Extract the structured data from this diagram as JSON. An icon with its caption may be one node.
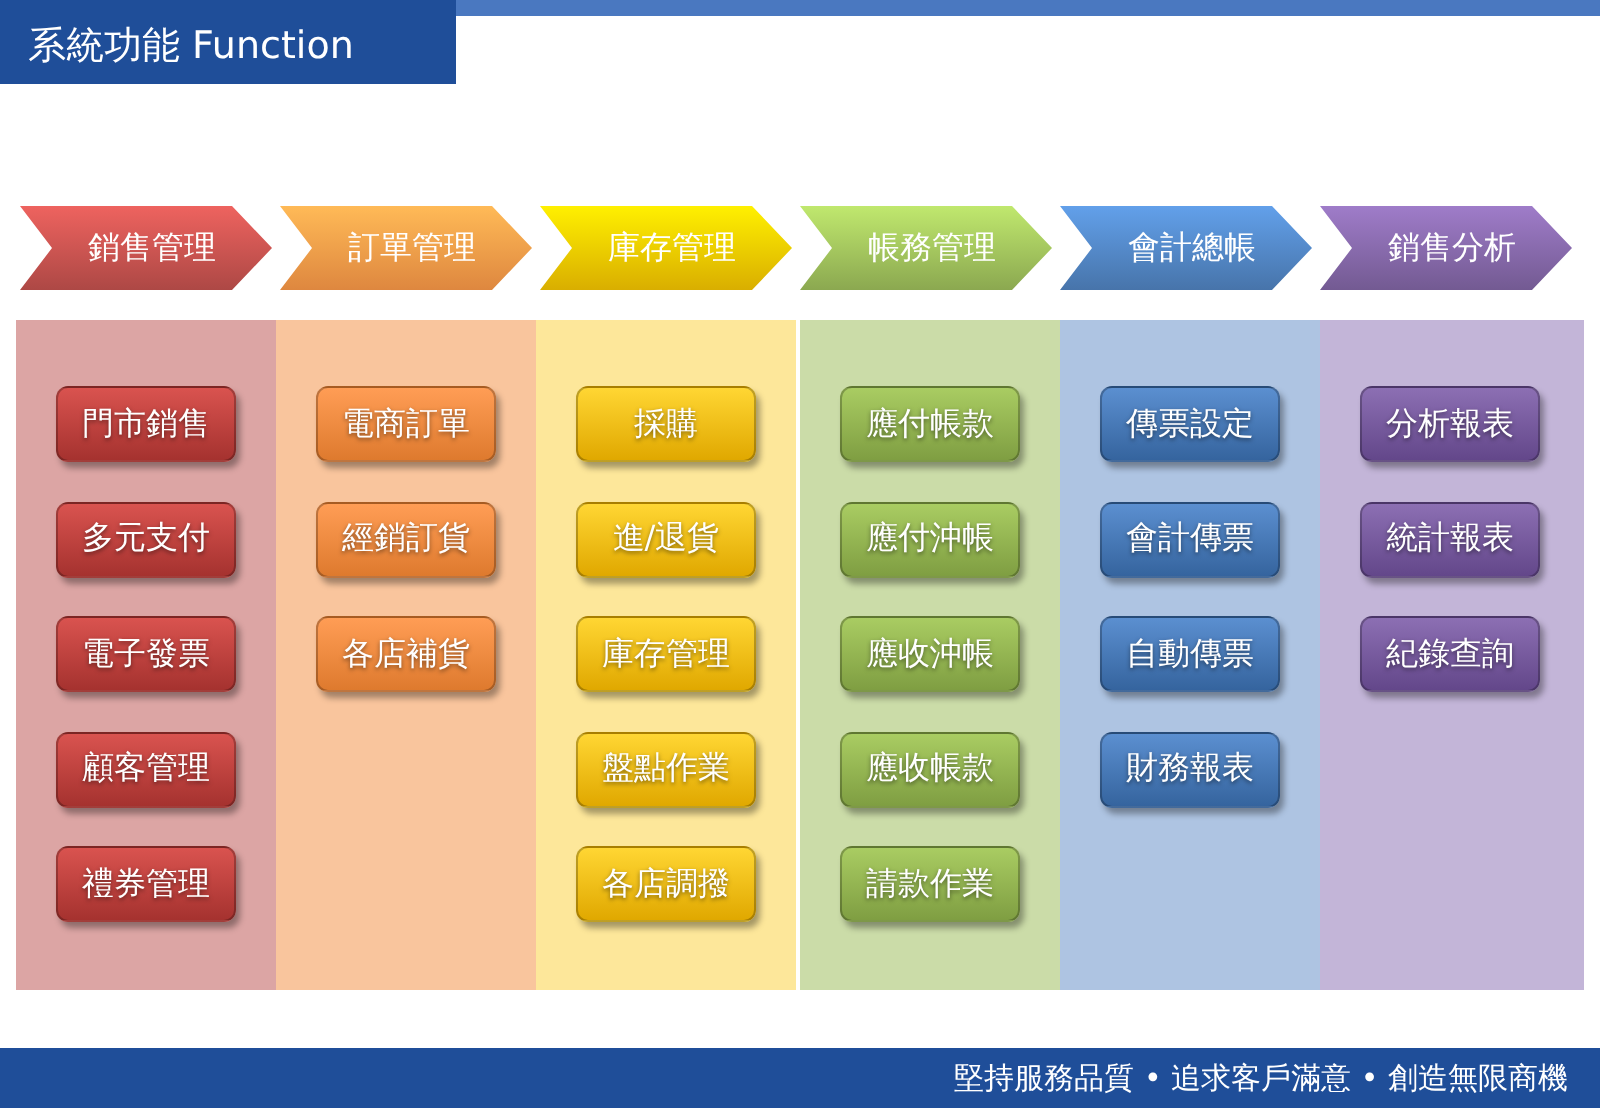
{
  "diagram": {
    "title": "系統功能 Function",
    "nodes": [
      {
        "text": [
          "銷售管理"
        ]
      },
      {
        "text": [
          "訂單管理"
        ]
      },
      {
        "text": [
          "庫存管理"
        ]
      },
      {
        "text": [
          "帳務管理"
        ]
      },
      {
        "text": [
          "會計總帳"
        ]
      },
      {
        "text": [
          "銷售分析"
        ]
      },
      {
        "text": [],
        "shape": "band"
      },
      {
        "text": [
          "門市銷售"
        ],
        "in": 6
      },
      {
        "text": [
          "多元支付"
        ],
        "in": 6
      },
      {
        "text": [
          "電子發票"
        ],
        "in": 6
      },
      {
        "text": [
          "顧客管理"
        ],
        "in": 6
      },
      {
        "text": [
          "禮券管理"
        ],
        "in": 6
      },
      {
        "text": [],
        "shape": "band"
      },
      {
        "text": [
          "電商訂單"
        ],
        "in": 12
      },
      {
        "text": [
          "經銷訂貨"
        ],
        "in": 12
      },
      {
        "text": [
          "各店補貨"
        ],
        "in": 12
      },
      {
        "text": [],
        "shape": "band"
      },
      {
        "text": [
          "採購"
        ],
        "in": 16
      },
      {
        "text": [
          "進/退貨"
        ],
        "in": 16
      },
      {
        "text": [
          "庫存管理"
        ],
        "in": 16
      },
      {
        "text": [
          "盤點作業"
        ],
        "in": 16
      },
      {
        "text": [
          "各店調撥"
        ],
        "in": 16
      },
      {
        "text": [],
        "shape": "band"
      },
      {
        "text": [
          "應付帳款"
        ],
        "in": 22
      },
      {
        "text": [
          "應付沖帳"
        ],
        "in": 22
      },
      {
        "text": [
          "應收沖帳"
        ],
        "in": 22
      },
      {
        "text": [
          "應收帳款"
        ],
        "in": 22
      },
      {
        "text": [
          "請款作業"
        ],
        "in": 22
      },
      {
        "text": [],
        "shape": "band"
      },
      {
        "text": [
          "傳票設定"
        ],
        "in": 28
      },
      {
        "text": [
          "會計傳票"
        ],
        "in": 28
      },
      {
        "text": [
          "自動傳票"
        ],
        "in": 28
      },
      {
        "text": [
          "財務報表"
        ],
        "in": 28
      },
      {
        "text": [],
        "shape": "band"
      },
      {
        "text": [
          "分析報表"
        ],
        "in": 33
      },
      {
        "text": [
          "統計報表"
        ],
        "in": 33
      },
      {
        "text": [
          "紀錄查詢"
        ],
        "in": 33
      }
    ],
    "labels": [
      "堅持服務品質 • 追求客戶滿意 • 創造無限商機"
    ]
  }
}
